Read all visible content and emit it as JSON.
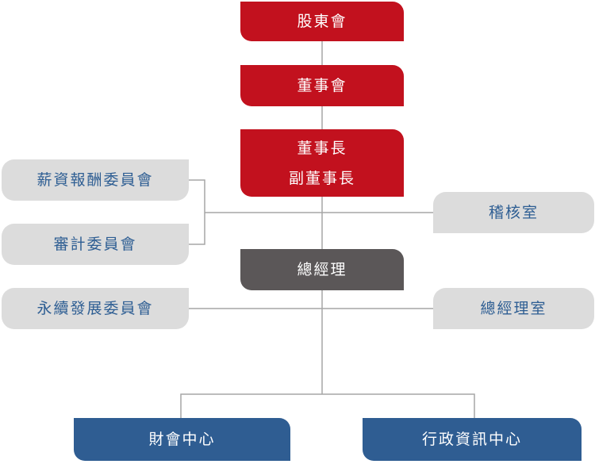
{
  "chart": {
    "nodes": {
      "shareholders": "股東會",
      "board": "董事會",
      "chairman": "董事長",
      "vice_chairman": "副董事長",
      "compensation_committee": "薪資報酬委員會",
      "audit_committee": "審計委員會",
      "audit_office": "稽核室",
      "general_manager": "總經理",
      "sustainability_committee": "永續發展委員會",
      "gm_office": "總經理室",
      "finance_center": "財會中心",
      "admin_it_center": "行政資訊中心"
    },
    "colors": {
      "decision_bodies": "#c2111e",
      "general_manager": "#5b5758",
      "committees_and_offices": "#dcdcdc",
      "committee_text": "#2e5e93",
      "centers": "#2f5d92",
      "connector_line": "#a6a6a6"
    }
  }
}
